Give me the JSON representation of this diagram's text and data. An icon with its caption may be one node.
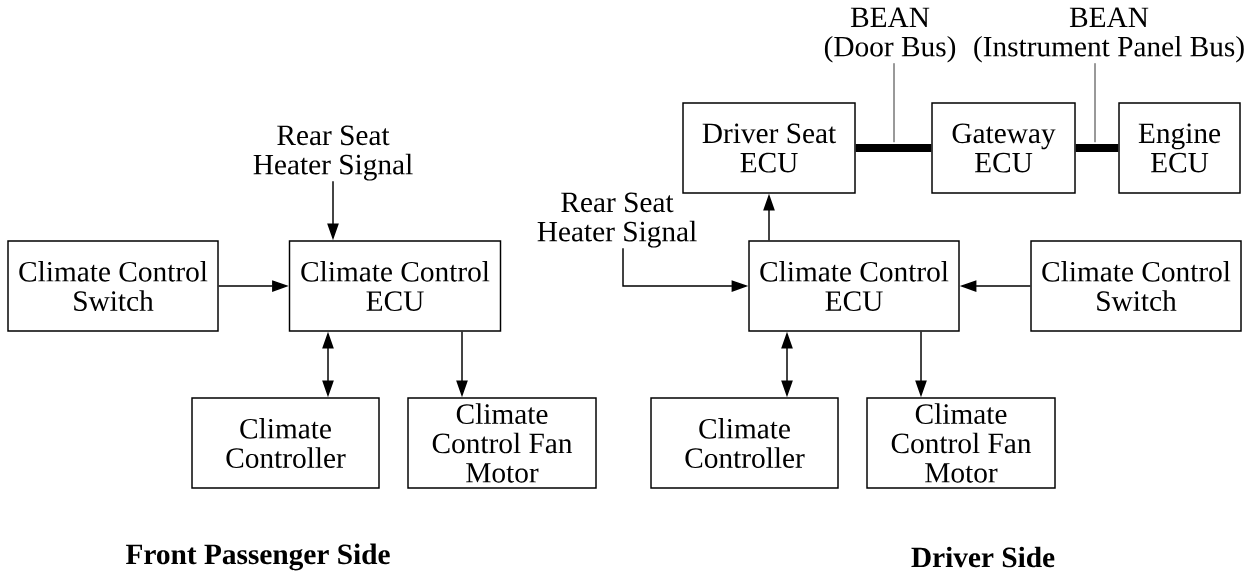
{
  "diagram": {
    "nodes": [
      {
        "text": [
          "Rear Seat Heater Signal"
        ]
      },
      {
        "text": [
          "Climate Control Switch"
        ]
      },
      {
        "text": [
          "Climate Control ECU"
        ]
      },
      {
        "text": [
          "Climate Controller"
        ]
      },
      {
        "text": [
          "Climate Control Fan Motor"
        ]
      },
      {
        "text": [
          "Driver Seat ECU"
        ]
      },
      {
        "text": [
          "Gateway ECU"
        ]
      },
      {
        "text": [
          "Engine ECU"
        ]
      },
      {
        "text": [
          "Rear Seat Heater Signal"
        ]
      },
      {
        "text": [
          "Climate Control ECU"
        ]
      },
      {
        "text": [
          "Climate Control Switch"
        ]
      },
      {
        "text": [
          "Climate Controller"
        ]
      },
      {
        "text": [
          "Climate Control Fan Motor"
        ]
      },
      {
        "text": [
          "BEAN",
          "(Door Bus)"
        ]
      },
      {
        "text": [
          "BEAN",
          "(Instrument Panel Bus)"
        ]
      }
    ],
    "edges": [
      {
        "from": 0,
        "to": 2,
        "arrow": "to"
      },
      {
        "from": 1,
        "to": 2,
        "arrow": "to"
      },
      {
        "from": 2,
        "to": 3,
        "arrow": "both"
      },
      {
        "from": 2,
        "to": 4,
        "arrow": "to"
      },
      {
        "from": 9,
        "to": 5,
        "arrow": "to"
      },
      {
        "from": 8,
        "to": 9,
        "arrow": "to"
      },
      {
        "from": 10,
        "to": 9,
        "arrow": "to"
      },
      {
        "from": 9,
        "to": 11,
        "arrow": "both"
      },
      {
        "from": 9,
        "to": 12,
        "arrow": "to"
      },
      {
        "from": 5,
        "to": 6,
        "arrow": "none",
        "style": "thick"
      },
      {
        "from": 6,
        "to": 7,
        "arrow": "none",
        "style": "thick"
      },
      {
        "from": 13,
        "to": null,
        "arrow": "none"
      },
      {
        "from": 14,
        "to": null,
        "arrow": "none"
      }
    ],
    "labels": [
      "Front Passenger Side",
      "Driver Side"
    ]
  }
}
